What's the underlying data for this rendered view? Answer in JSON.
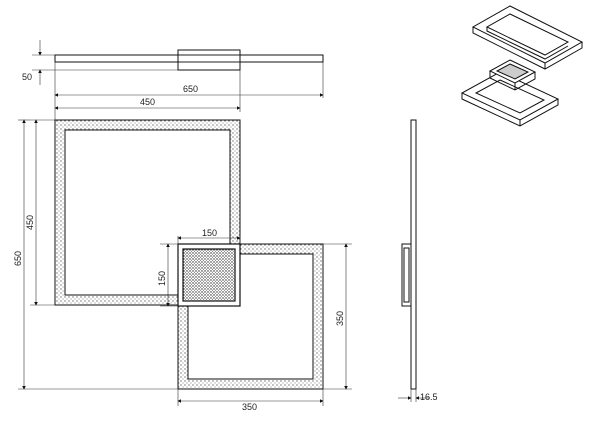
{
  "dimensions": {
    "top_height": "50",
    "top_overall": "650",
    "top_square": "450",
    "front_square_height": "450",
    "front_overall_height": "650",
    "center_width": "150",
    "center_height": "150",
    "small_height": "350",
    "small_width": "350",
    "side_thickness": "16.5"
  }
}
